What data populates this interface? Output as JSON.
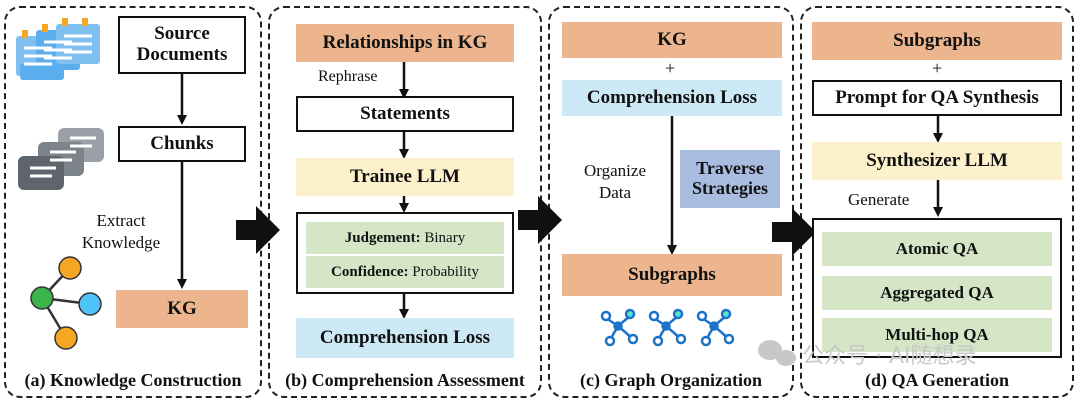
{
  "panel_a": {
    "caption": "(a) Knowledge Construction",
    "source_documents": "Source Documents",
    "chunks": "Chunks",
    "extract_label": "Extract Knowledge",
    "kg": "KG"
  },
  "panel_b": {
    "caption": "(b) Comprehension Assessment",
    "relationships": "Relationships in KG",
    "rephrase_label": "Rephrase",
    "statements": "Statements",
    "trainee_llm": "Trainee LLM",
    "judgement_key": "Judgement:",
    "judgement_value": "Binary",
    "confidence_key": "Confidence:",
    "confidence_value": "Probability",
    "comprehension_loss": "Comprehension Loss"
  },
  "panel_c": {
    "caption": "(c) Graph Organization",
    "kg": "KG",
    "plus": "+",
    "comprehension_loss": "Comprehension Loss",
    "organize_label": "Organize Data",
    "traverse": "Traverse Strategies",
    "subgraphs": "Subgraphs"
  },
  "panel_d": {
    "caption": "(d) QA Generation",
    "subgraphs": "Subgraphs",
    "plus": "+",
    "prompt": "Prompt for QA Synthesis",
    "synthesizer": "Synthesizer LLM",
    "generate_label": "Generate",
    "atomic": "Atomic QA",
    "aggregated": "Aggregated QA",
    "multihop": "Multi-hop QA"
  },
  "watermark": "公众号 · AI随想录",
  "colors": {
    "orange": "#edb58e",
    "blue": "#cde9f6",
    "yellow": "#fdf1cc",
    "purple": "#a9bde0",
    "green": "#d4e6c5"
  }
}
